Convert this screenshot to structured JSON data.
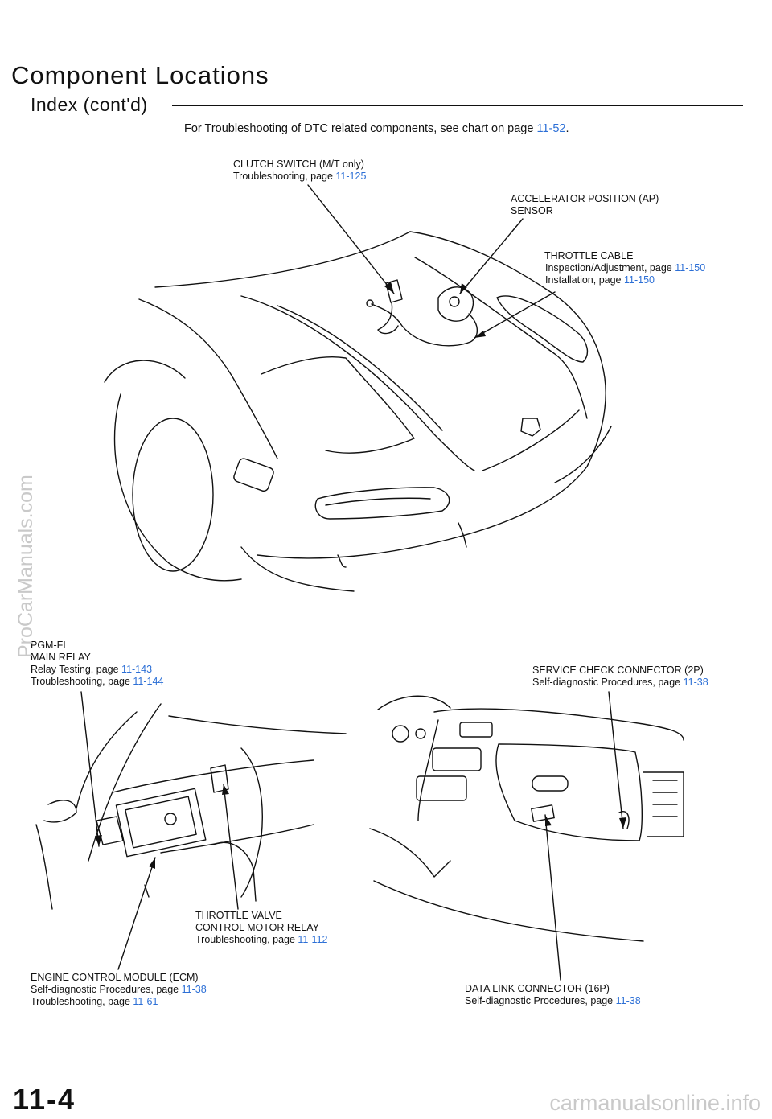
{
  "header": {
    "title": "Component  Locations",
    "subtitle": "Index  (cont'd)",
    "note_text": "For Troubleshooting of DTC related components, see chart on page ",
    "note_ref": "11-52",
    "note_end": "."
  },
  "labels": {
    "clutch": {
      "line1": "CLUTCH  SWITCH  (M/T  only)",
      "line2": "Troubleshooting,  page  ",
      "ref2": "11-125"
    },
    "ap_sensor": {
      "line1": "ACCELERATOR POSITION (AP)",
      "line2": "SENSOR"
    },
    "throttle_cable": {
      "line1": "THROTTLE CABLE",
      "line2": "Inspection/Adjustment,   page  ",
      "ref2": "11-150",
      "line3": "Installation,  page  ",
      "ref3": "11-150"
    },
    "pgm_fi": {
      "line1": "PGM-FI",
      "line2": "MAIN  RELAY",
      "line3": "Relay  Testing,  page  ",
      "ref3": "11-143",
      "line4": "Troubleshooting,  page  ",
      "ref4": "11-144"
    },
    "service_check": {
      "line1": "SERVICE  CHECK  CONNECTOR  (2P)",
      "line2": "Self-diagnostic  Procedures,  page  ",
      "ref2": "11-38"
    },
    "throttle_valve": {
      "line1": "THROTTLE VALVE",
      "line2": "CONTROL MOTOR RELAY",
      "line3": "Troubleshooting,  page  ",
      "ref3": "11-112"
    },
    "ecm": {
      "line1": "ENGINE  CONTROL  MODULE  (ECM)",
      "line2": "Self-diagnostic  Procedures,  page  ",
      "ref2": "11-38",
      "line3": "Troubleshooting,  page  ",
      "ref3": "11-61"
    },
    "dlc": {
      "line1": "DATA  LINK  CONNECTOR  (16P)",
      "line2": "Self-diagnostic  Procedures,  page  ",
      "ref2": "11-38"
    }
  },
  "footer": {
    "page_number": "11-4",
    "watermark_left": "ProCarManuals.com",
    "watermark_bottom": "carmanualsonline.info"
  },
  "colors": {
    "link": "#2c6fd6",
    "ink": "#111111",
    "watermark": "#c9c9c9"
  }
}
